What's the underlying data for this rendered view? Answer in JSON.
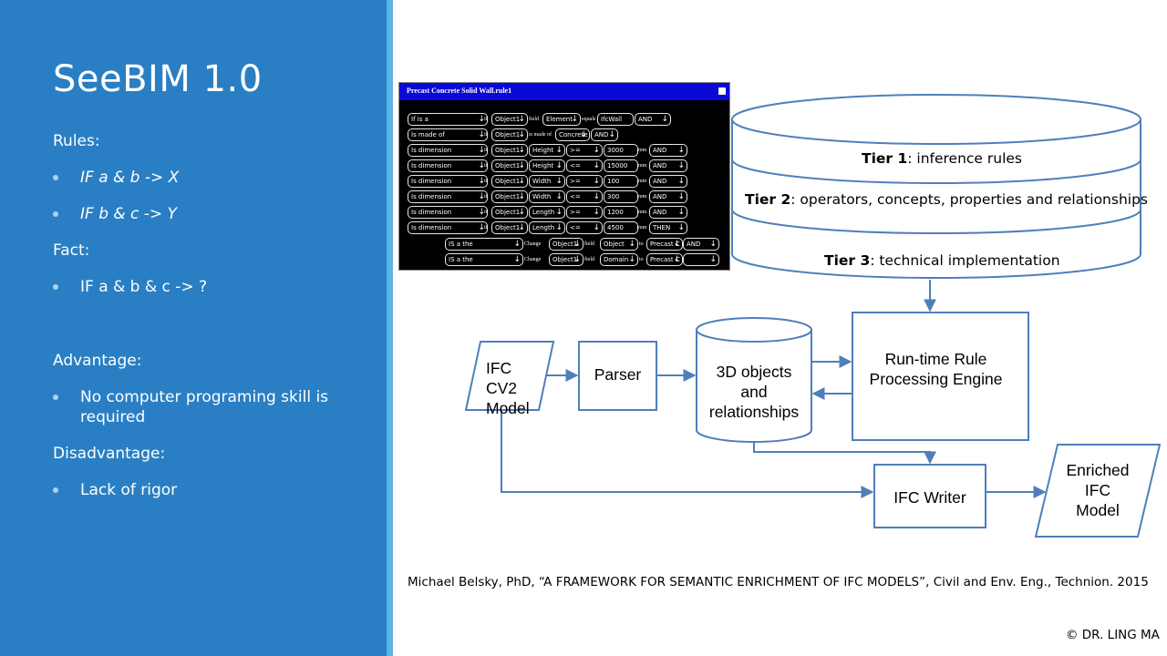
{
  "slide": {
    "title": "SeeBIM 1.0",
    "rules_label": "Rules:",
    "rule_1": "IF a & b -> X",
    "rule_2": "IF b & c -> Y",
    "fact_label": "Fact:",
    "fact_1": "IF a & b & c -> ?",
    "advantage_label": "Advantage:",
    "advantage_1": "No computer programing skill is required",
    "disadvantage_label": "Disadvantage:",
    "disadvantage_1": "Lack of rigor"
  },
  "rule_editor": {
    "title": "Precast Concrete Solid Wall.rule1",
    "rows": [
      [
        "If is a",
        "Object1",
        "field",
        "Element",
        "equals",
        "IfcWall",
        "AND"
      ],
      [
        "Is made of",
        "Object1",
        "is made of",
        "Concrete",
        "AND"
      ],
      [
        "Is dimension",
        "Object1",
        "Height",
        ">=",
        "3000",
        "mm",
        "AND"
      ],
      [
        "Is dimension",
        "Object1",
        "Height",
        "<=",
        "15000",
        "mm",
        "AND"
      ],
      [
        "Is dimension",
        "Object1",
        "Width",
        ">=",
        "100",
        "mm",
        "AND"
      ],
      [
        "Is dimension",
        "Object1",
        "Width",
        "<=",
        "300",
        "mm",
        "AND"
      ],
      [
        "Is dimension",
        "Object1",
        "Length",
        ">=",
        "1200",
        "mm",
        "AND"
      ],
      [
        "Is dimension",
        "Object1",
        "Length",
        "<=",
        "4500",
        "mm",
        "THEN"
      ]
    ],
    "then_rows": [
      [
        "IS a the",
        "Change",
        "Object1",
        "field",
        "Object",
        "to",
        "Precast C",
        "AND"
      ],
      [
        "IS a the",
        "Change",
        "Object1",
        "field",
        "Domain",
        "to",
        "Precast C",
        ""
      ]
    ],
    "if_word": "if",
    "arrow": "🡓"
  },
  "tiers": {
    "tier1_bold": "Tier 1",
    "tier1_text": ": inference rules",
    "tier2_bold": "Tier 2",
    "tier2_text": ": operators, concepts, properties and relationships",
    "tier3_bold": "Tier 3",
    "tier3_text": ": technical implementation"
  },
  "flow": {
    "ifc_cv2_line1": "IFC CV2",
    "ifc_cv2_line2": "Model",
    "parser": "Parser",
    "objects_line1": "3D objects",
    "objects_line2": "and",
    "objects_line3": "relationships",
    "engine_line1": "Run-time Rule",
    "engine_line2": "Processing Engine",
    "writer": "IFC Writer",
    "enriched_line1": "Enriched",
    "enriched_line2": "IFC",
    "enriched_line3": "Model"
  },
  "citation": "Michael Belsky, PhD, “A FRAMEWORK FOR SEMANTIC ENRICHMENT OF IFC MODELS”, Civil and Env. Eng., Technion. 2015",
  "copyright": "© DR. LING MA",
  "colors": {
    "panel": "#2a7fc4",
    "accent": "#5db4e6",
    "diagram_stroke": "#4f7fb9",
    "editor_title_bar": "#0a0ad8"
  }
}
